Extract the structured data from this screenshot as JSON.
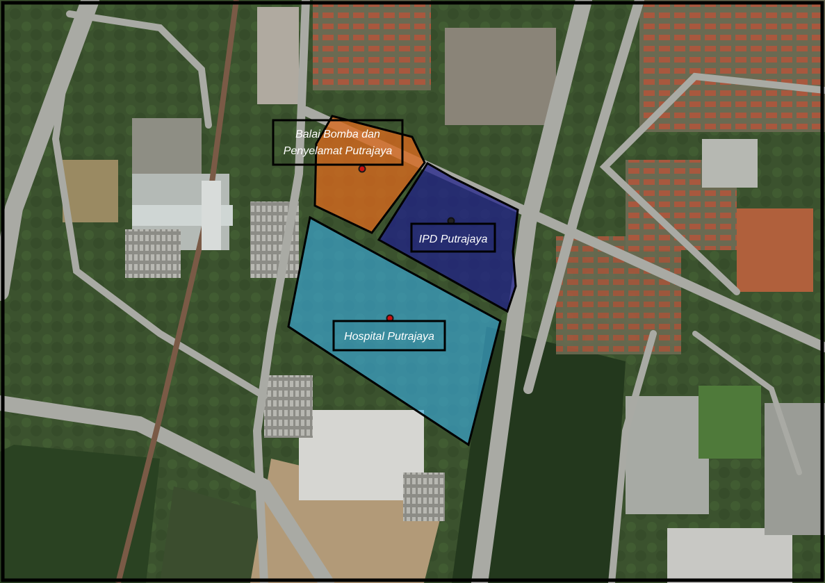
{
  "map": {
    "zones": [
      {
        "id": "bomba",
        "label_lines": [
          "Balai Bomba dan",
          "Penyelamat Putrajaya"
        ],
        "fill": "#d9691e"
      },
      {
        "id": "ipd",
        "label_lines": [
          "IPD Putrajaya"
        ],
        "fill": "#1f1f8a"
      },
      {
        "id": "hospital",
        "label_lines": [
          "Hospital Putrajaya"
        ],
        "fill": "#3aa8d8"
      }
    ],
    "marker_colors": {
      "bomba": "#cc1010",
      "ipd": "#222222",
      "hospital": "#cc1010"
    }
  }
}
